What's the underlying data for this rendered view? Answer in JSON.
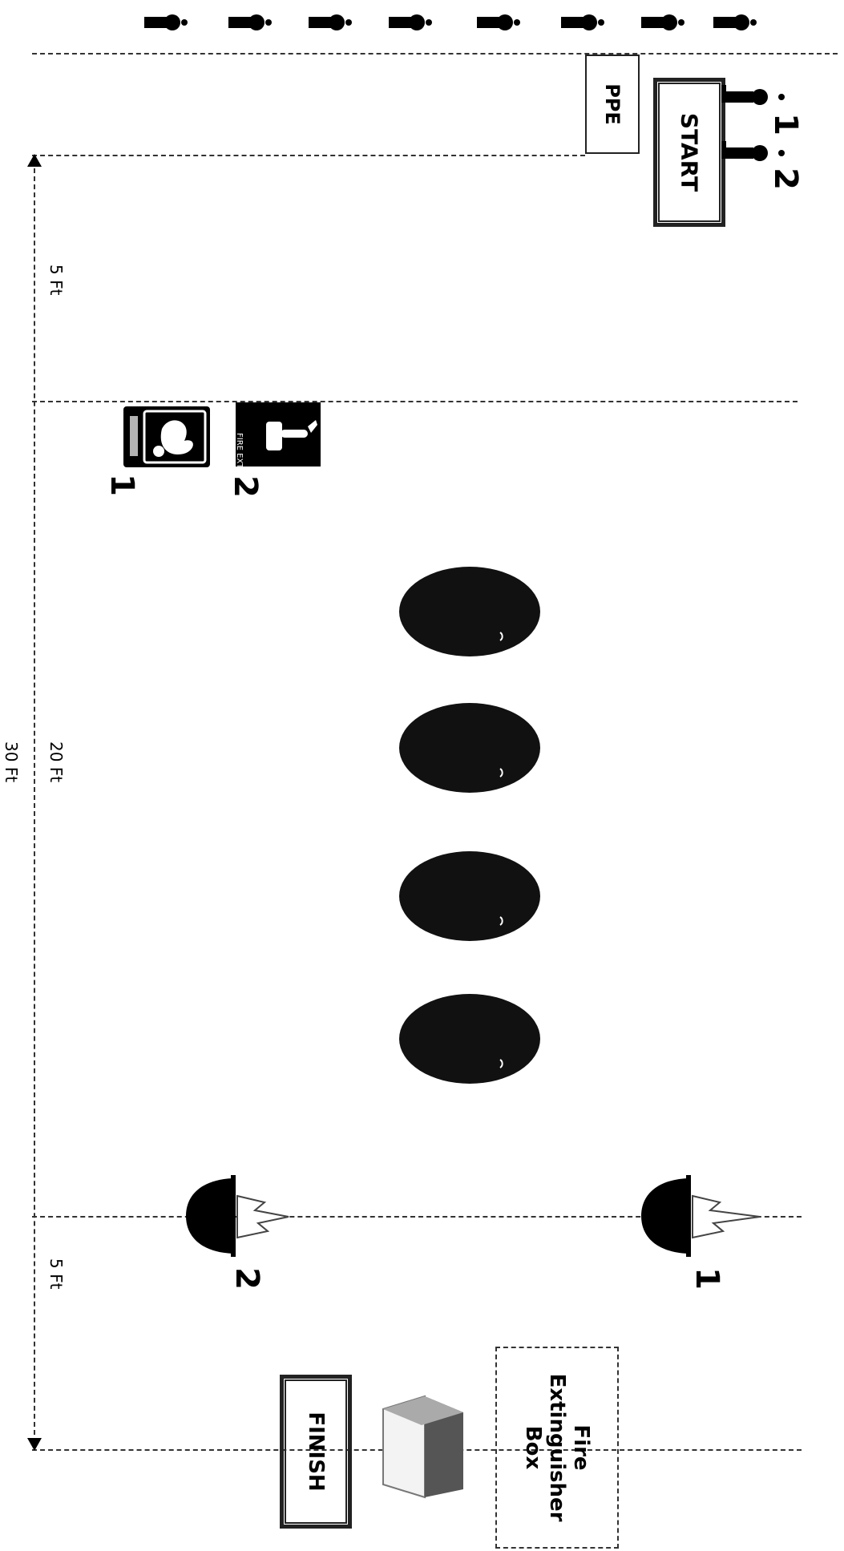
{
  "labels": {
    "ppe": "PPE",
    "start": "START",
    "finish": "FINISH",
    "fire_box_line1": "Fire",
    "fire_box_line2": "Extinguisher",
    "fire_box_line3": "Box"
  },
  "dimensions": {
    "top_gap": "5 Ft",
    "middle_span": "20 Ft",
    "total": "30 Ft",
    "bottom_gap": "5 Ft"
  },
  "numbers": {
    "start_1": "1",
    "start_2": "2",
    "sign_1": "1",
    "sign_2": "2",
    "pit_1": "1",
    "pit_2": "2"
  },
  "sign_text": {
    "fire_extinguisher": "FIRE EXTINGUISHER"
  },
  "colors": {
    "line": "#333333",
    "figure": "#000000",
    "tire": "#111111"
  },
  "icons": {
    "queue": "person-icon",
    "tire": "tire-icon",
    "fire_pit": "fire-pit-icon",
    "box": "box-icon",
    "fire_sign": "fire-sign-icon",
    "extinguisher_sign": "extinguisher-sign-icon"
  }
}
